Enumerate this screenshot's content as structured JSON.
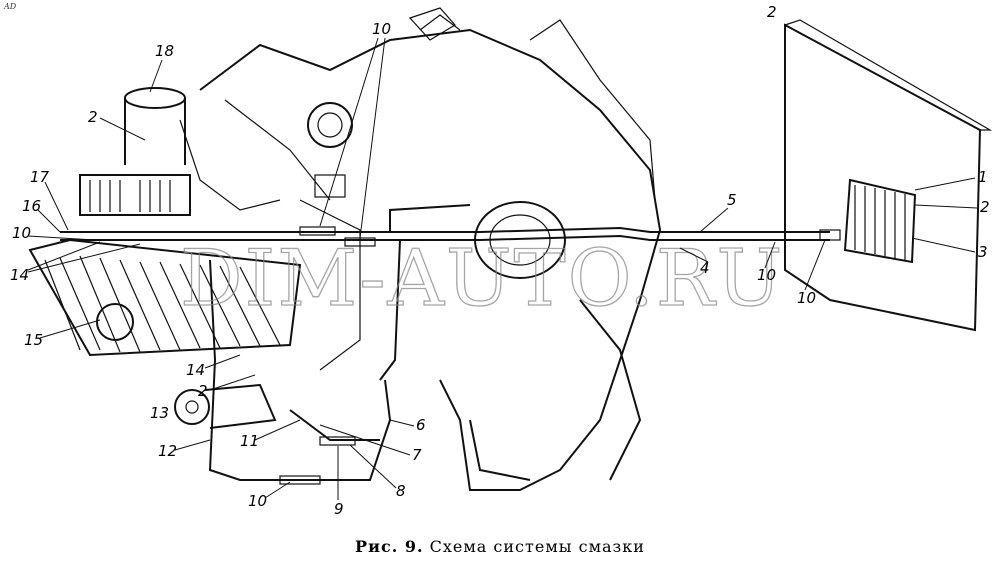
{
  "corner_mark": "AD",
  "watermark": "DIM-AUTO.RU",
  "caption": {
    "prefix": "Рис. 9.",
    "title": "Схема системы смазки"
  },
  "callouts": {
    "c18": "18",
    "c2a": "2",
    "c17": "17",
    "c16": "16",
    "c10a": "10",
    "c14a": "14",
    "c15": "15",
    "c14b": "14",
    "c2b": "2",
    "c13": "13",
    "c12": "12",
    "c11": "11",
    "c10b": "10",
    "c9": "9",
    "c8": "8",
    "c7": "7",
    "c6": "6",
    "c10c": "10",
    "c5": "5",
    "c4": "4",
    "c10d": "10",
    "c10e": "10",
    "c2c": "2",
    "c1": "1",
    "c2d": "2",
    "c3": "3"
  }
}
